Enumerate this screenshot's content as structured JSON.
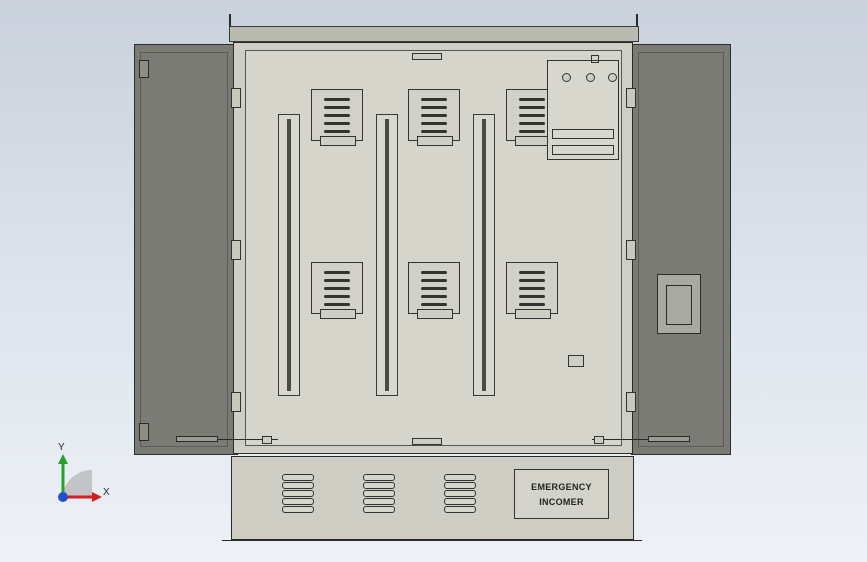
{
  "label_plate": {
    "line1": "EMERGENCY",
    "line2": "INCOMER"
  },
  "axes": {
    "x_label": "X",
    "y_label": "Y"
  },
  "colors": {
    "background": "#dfe5ee",
    "door": "#7a7b74",
    "cabinet": "#cfcfc5",
    "axis_x": "#d22020",
    "axis_y": "#2aa02a",
    "axis_z": "#2050d0"
  },
  "icons": {
    "triad": "axis-triad-icon"
  }
}
